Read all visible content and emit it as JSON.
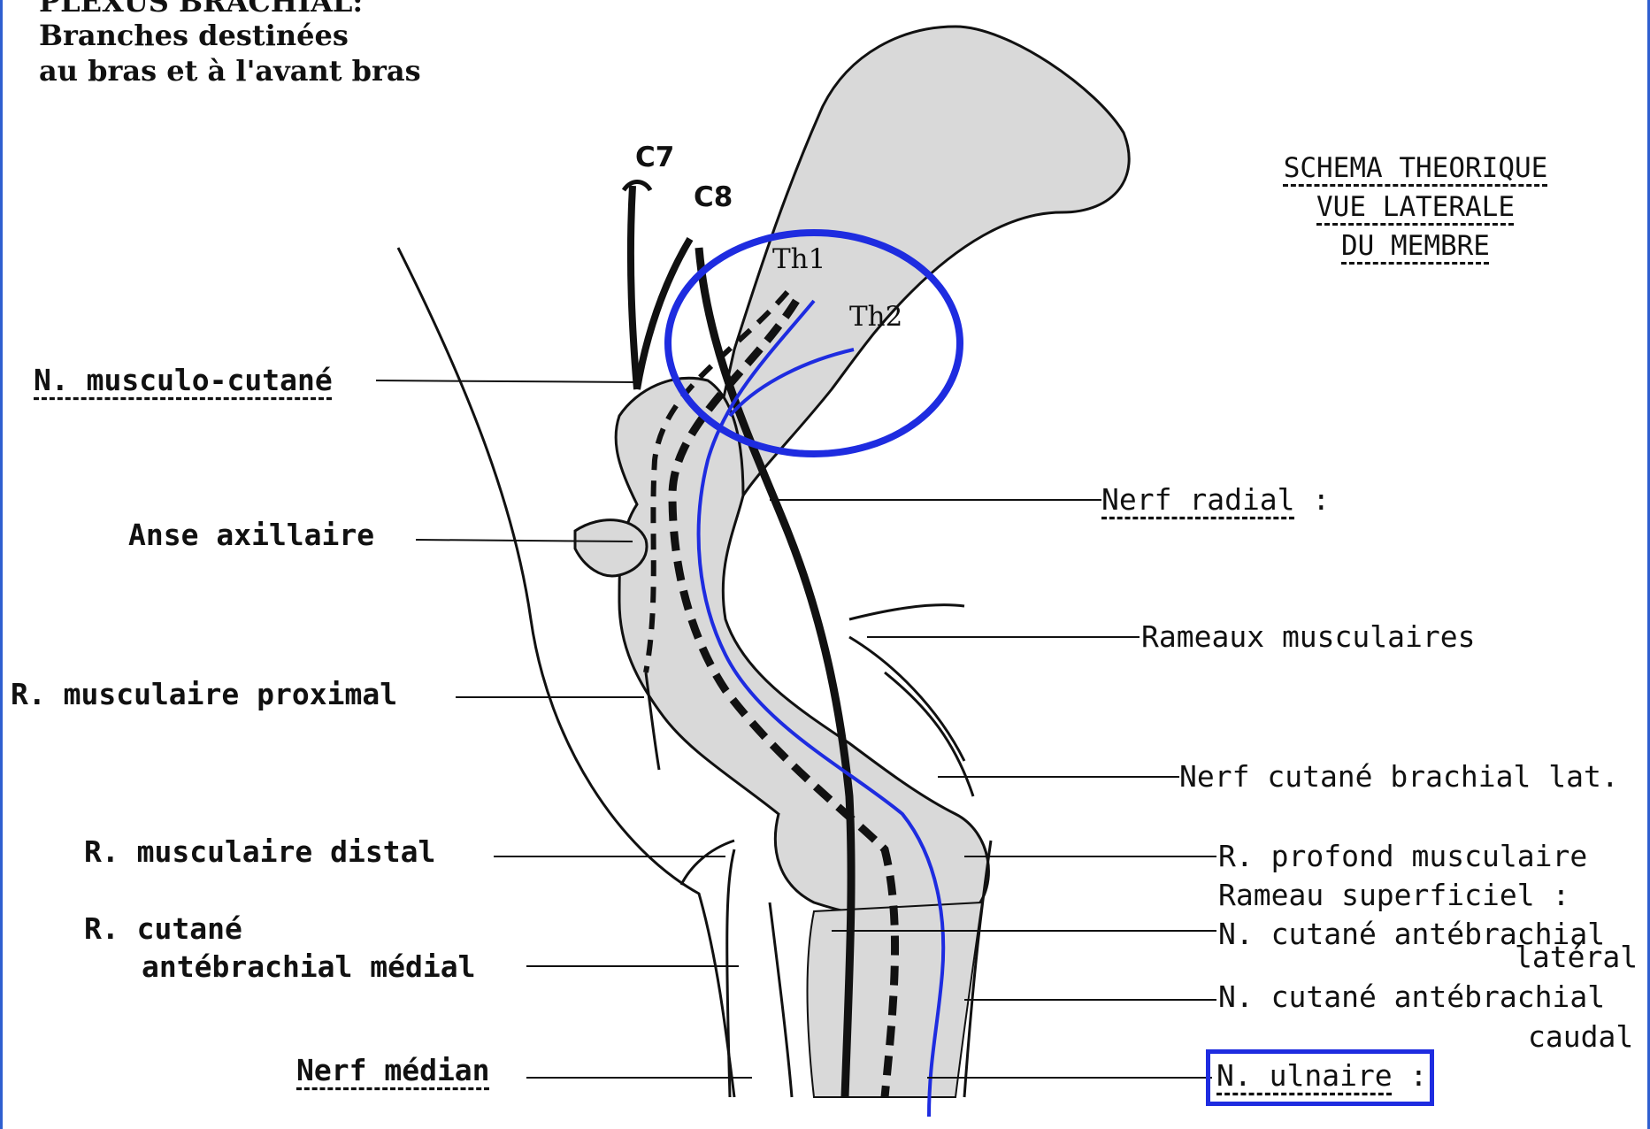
{
  "title": {
    "line1": "PLEXUS BRACHIAL:",
    "line2": "Branches destinées",
    "line3": "au bras et à l'avant bras"
  },
  "schema": {
    "line1": "SCHEMA THEORIQUE",
    "line2": "VUE LATERALE",
    "line3": "DU MEMBRE"
  },
  "roots": {
    "c7": "C7",
    "c8": "C8",
    "th1": "Th1",
    "th2": "Th2"
  },
  "labels_left": {
    "musculo_cutane": "N. musculo-cutané",
    "anse_axillaire": "Anse axillaire",
    "r_musculaire_proximal": "R. musculaire proximal",
    "r_musculaire_distal": "R. musculaire distal",
    "r_cutane_line1": "R. cutané",
    "r_cutane_line2": "antébrachial médial",
    "nerf_median": "Nerf médian"
  },
  "labels_right": {
    "nerf_radial": "Nerf radial",
    "nerf_radial_suffix": " :",
    "rameaux_musculaires": "Rameaux musculaires",
    "nerf_cutane_brachial": "Nerf cutané brachial lat.",
    "r_profond": "R. profond musculaire",
    "rameau_superficiel": "Rameau superficiel :",
    "n_cutane_lateral_line1": "N. cutané antébrachial",
    "n_cutane_lateral_line2": "latéral",
    "n_cutane_caudal_line1": "N. cutané antébrachial",
    "n_cutane_caudal_line2": "caudal",
    "n_ulnaire": "N. ulnaire",
    "n_ulnaire_suffix": " :"
  },
  "colors": {
    "highlight": "#1e2ce0",
    "bone_fill": "#d9d9d9",
    "ink": "#111111"
  }
}
